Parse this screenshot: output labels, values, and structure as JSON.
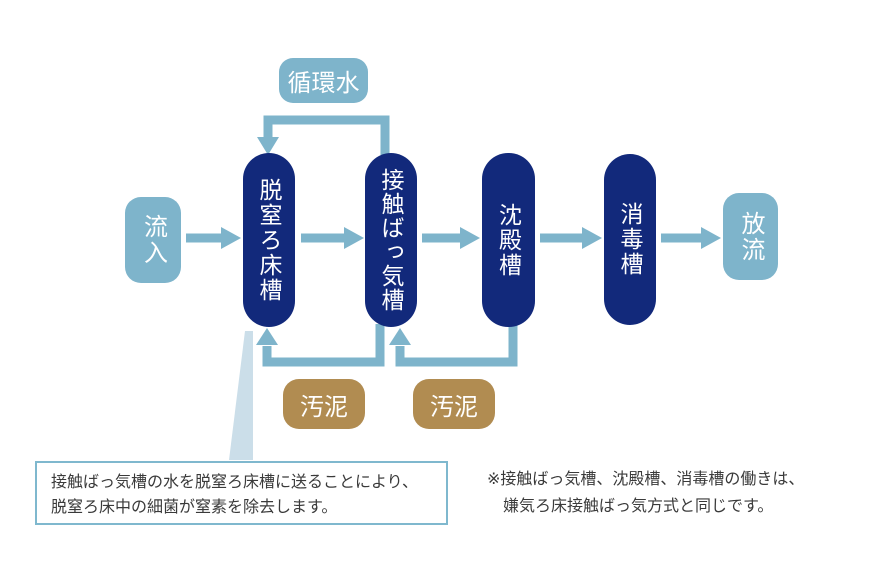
{
  "diagram": {
    "title": "wastewater-treatment-process-flow",
    "nodes": {
      "inflow": {
        "label": "流入"
      },
      "tanks": [
        {
          "label": "脱窒ろ床槽"
        },
        {
          "label": "接触ばっ気槽"
        },
        {
          "label": "沈殿槽"
        },
        {
          "label": "消毒槽"
        }
      ],
      "outflow": {
        "label": "放流"
      },
      "circulation": {
        "label": "循環水"
      },
      "sludge": [
        {
          "label": "汚泥"
        },
        {
          "label": "汚泥"
        }
      ]
    },
    "callout": {
      "line1": "接触ばっ気槽の水を脱窒ろ床槽に送ることにより、",
      "line2": "脱窒ろ床中の細菌が窒素を除去します。"
    },
    "note": {
      "line1": "※接触ばっ気槽、沈殿槽、消毒槽の働きは、",
      "line2": "嫌気ろ床接触ばっ気方式と同じです。"
    },
    "colors": {
      "tank_navy": "#12297b",
      "flow_light_blue": "#7eb4cb",
      "sludge_brown": "#b18c51",
      "callout_pointer_pale_blue": "#cbdee9",
      "callout_border": "#7fb8ce",
      "text_dark": "#3a3a3a",
      "label_white": "#ffffff"
    }
  }
}
